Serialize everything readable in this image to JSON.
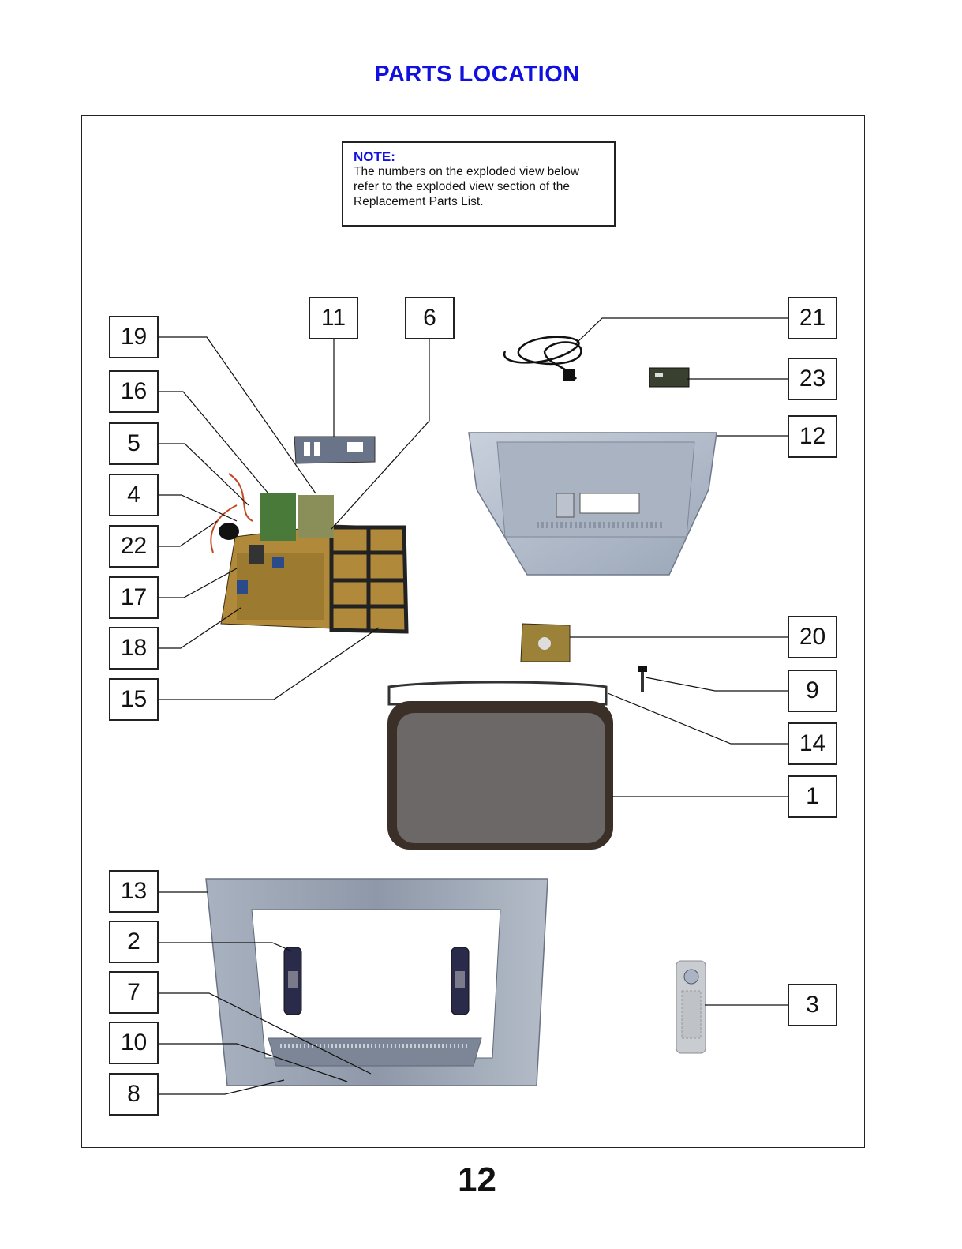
{
  "title": "PARTS LOCATION",
  "note": {
    "heading": "NOTE:",
    "lines": [
      "The numbers on the exploded view below",
      "refer to the exploded view section of the",
      "Replacement Parts List."
    ]
  },
  "callouts": {
    "c19": "19",
    "c16": "16",
    "c5": "5",
    "c4": "4",
    "c22": "22",
    "c17": "17",
    "c18": "18",
    "c15": "15",
    "c11": "11",
    "c6": "6",
    "c21": "21",
    "c23": "23",
    "c12": "12",
    "c20": "20",
    "c9": "9",
    "c14": "14",
    "c1": "1",
    "c13": "13",
    "c2": "2",
    "c7": "7",
    "c10": "10",
    "c8": "8",
    "c3": "3"
  },
  "page_number": "12",
  "colors": {
    "title": "#1010e0",
    "note_heading": "#1010e0"
  }
}
